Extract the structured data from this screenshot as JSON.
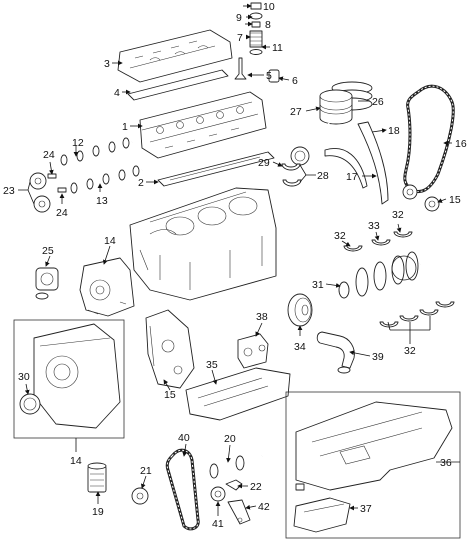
{
  "diagram": {
    "callouts": {
      "c1": "1",
      "c2": "2",
      "c3": "3",
      "c4": "4",
      "c5": "5",
      "c6": "6",
      "c7": "7",
      "c8": "8",
      "c9": "9",
      "c10": "10",
      "c11": "11",
      "c12": "12",
      "c13": "13",
      "c14a": "14",
      "c14b": "14",
      "c15a": "15",
      "c15b": "15",
      "c16": "16",
      "c17": "17",
      "c18": "18",
      "c19": "19",
      "c20": "20",
      "c21": "21",
      "c22": "22",
      "c23": "23",
      "c24a": "24",
      "c24b": "24",
      "c25": "25",
      "c26": "26",
      "c27": "27",
      "c28": "28",
      "c29": "29",
      "c30": "30",
      "c31": "31",
      "c32a": "32",
      "c32b": "32",
      "c32c": "32",
      "c33": "33",
      "c34": "34",
      "c35": "35",
      "c36": "36",
      "c37": "37",
      "c38": "38",
      "c39": "39",
      "c40": "40",
      "c41": "41",
      "c42": "42"
    }
  }
}
